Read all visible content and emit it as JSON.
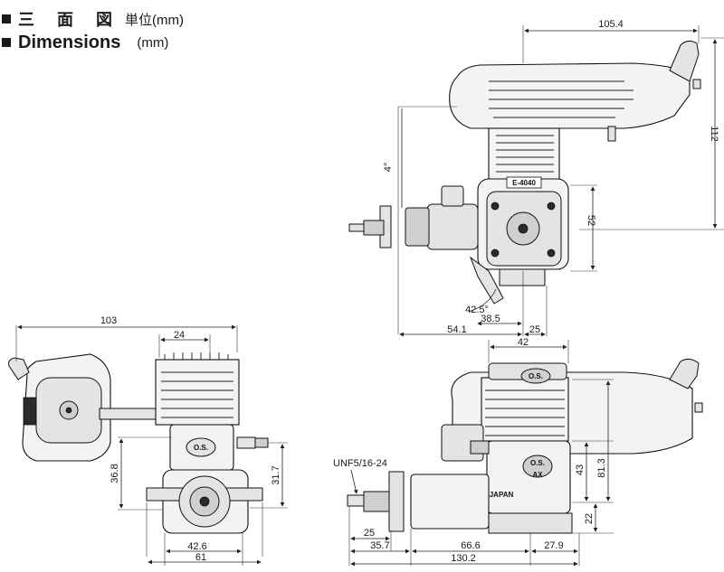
{
  "header": {
    "title_jp": "三 面 図",
    "unit_jp": "単位(mm)",
    "title_en": "Dimensions",
    "unit_en": "(mm)"
  },
  "markings": {
    "cylinder_label": "E-4040",
    "brand": "O.S.",
    "country": "JAPAN",
    "model": "AX"
  },
  "dimensions": {
    "top_view": {
      "overall_length": "105.4",
      "height": "112",
      "thrust_angle": "4°",
      "crank_height": "52",
      "mount_angle": "42.5°",
      "d_38_5": "38.5",
      "d_54_1": "54.1",
      "d_25": "25"
    },
    "front_view": {
      "muffler_width": "103",
      "head_width": "24",
      "height_left": "36.8",
      "height_right": "31.7",
      "mount_width": "42.6",
      "overall_width": "61"
    },
    "side_view": {
      "head_width": "42",
      "thread": "UNF5/16-24",
      "height_43": "43",
      "height_81_3": "81.3",
      "height_22": "22",
      "d_25": "25",
      "d_35_7": "35.7",
      "d_66_6": "66.6",
      "d_27_9": "27.9",
      "overall_length": "130.2"
    }
  }
}
